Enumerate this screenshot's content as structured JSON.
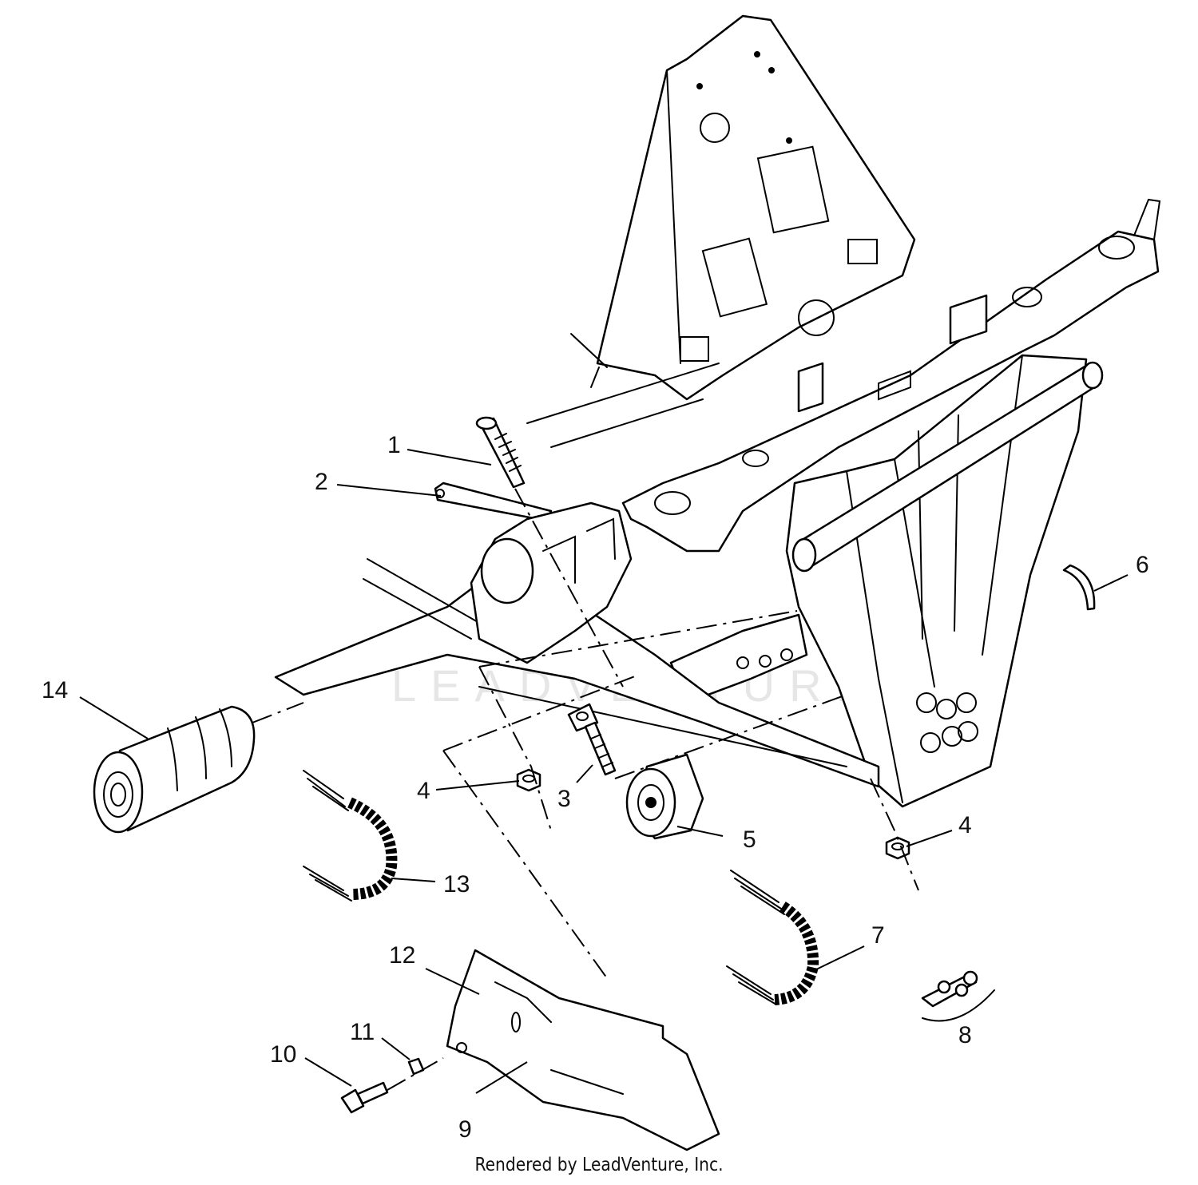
{
  "diagram": {
    "watermark": "LEADVENTURE",
    "callouts": [
      {
        "id": "1",
        "label": "1"
      },
      {
        "id": "2",
        "label": "2"
      },
      {
        "id": "3",
        "label": "3"
      },
      {
        "id": "4a",
        "label": "4"
      },
      {
        "id": "4b",
        "label": "4"
      },
      {
        "id": "5",
        "label": "5"
      },
      {
        "id": "6",
        "label": "6"
      },
      {
        "id": "7",
        "label": "7"
      },
      {
        "id": "8",
        "label": "8"
      },
      {
        "id": "9",
        "label": "9"
      },
      {
        "id": "10",
        "label": "10"
      },
      {
        "id": "11",
        "label": "11"
      },
      {
        "id": "12",
        "label": "12"
      },
      {
        "id": "13",
        "label": "13"
      },
      {
        "id": "14",
        "label": "14"
      }
    ]
  },
  "footer": {
    "text": "Rendered by LeadVenture, Inc."
  }
}
